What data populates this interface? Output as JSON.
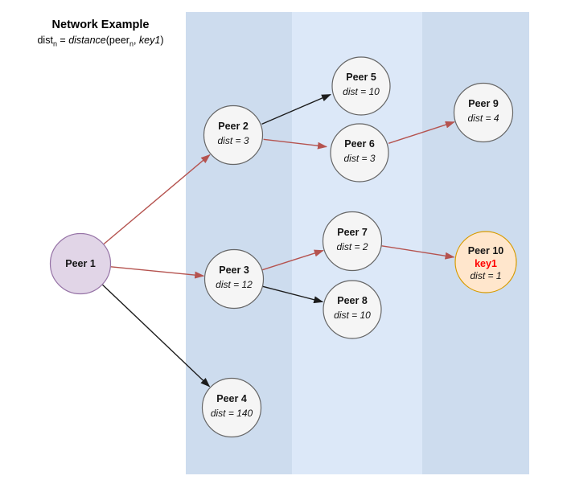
{
  "header": {
    "title": "Network Example",
    "formula": {
      "lhs": "dist",
      "lhs_sub": "n",
      "eq": " = ",
      "fn": "distance",
      "arg1": "(peer",
      "arg1_sub": "n",
      "comma": ", ",
      "arg2": "key1",
      "close": ")"
    }
  },
  "nodes": [
    {
      "id": "peer-1",
      "label": "Peer 1",
      "dist": "",
      "role": "source"
    },
    {
      "id": "peer-2",
      "label": "Peer 2",
      "dist": "dist = 3",
      "role": "default"
    },
    {
      "id": "peer-3",
      "label": "Peer 3",
      "dist": "dist = 12",
      "role": "default"
    },
    {
      "id": "peer-4",
      "label": "Peer 4",
      "dist": "dist = 140",
      "role": "default"
    },
    {
      "id": "peer-5",
      "label": "Peer 5",
      "dist": "dist = 10",
      "role": "default"
    },
    {
      "id": "peer-6",
      "label": "Peer 6",
      "dist": "dist = 3",
      "role": "default"
    },
    {
      "id": "peer-7",
      "label": "Peer 7",
      "dist": "dist = 2",
      "role": "default"
    },
    {
      "id": "peer-8",
      "label": "Peer 8",
      "dist": "dist = 10",
      "role": "default"
    },
    {
      "id": "peer-9",
      "label": "Peer 9",
      "dist": "dist = 4",
      "role": "default"
    },
    {
      "id": "peer-10",
      "label": "Peer 10",
      "key": "key1",
      "dist": "dist = 1",
      "role": "target"
    }
  ],
  "edges": [
    {
      "from": "peer-1",
      "to": "peer-2",
      "highlighted": true
    },
    {
      "from": "peer-1",
      "to": "peer-3",
      "highlighted": true
    },
    {
      "from": "peer-1",
      "to": "peer-4",
      "highlighted": false
    },
    {
      "from": "peer-2",
      "to": "peer-5",
      "highlighted": false
    },
    {
      "from": "peer-2",
      "to": "peer-6",
      "highlighted": true
    },
    {
      "from": "peer-3",
      "to": "peer-7",
      "highlighted": true
    },
    {
      "from": "peer-3",
      "to": "peer-8",
      "highlighted": false
    },
    {
      "from": "peer-6",
      "to": "peer-9",
      "highlighted": true
    },
    {
      "from": "peer-7",
      "to": "peer-10",
      "highlighted": true
    }
  ],
  "colors": {
    "highlight_arrow": "#b5534f",
    "normal_arrow": "#1c1c1c",
    "key_text": "#ff0000",
    "band_dark": "#cddcee",
    "band_light": "#dce8f8",
    "node_fill": "#f5f5f5",
    "node_stroke": "#666666",
    "source_fill": "#e1d5e7",
    "source_stroke": "#9673a6",
    "target_fill": "#ffe6cc",
    "target_stroke": "#d79b00"
  }
}
